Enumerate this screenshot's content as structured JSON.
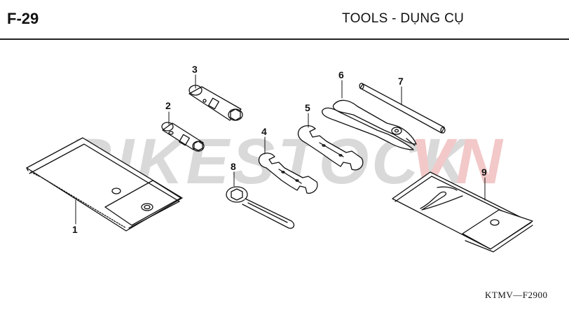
{
  "header": {
    "code": "F-29",
    "title": "TOOLS - DỤNG CỤ"
  },
  "watermark": {
    "text_main": "BIKESTOCK",
    "text_accent": "VN",
    "color_main": "#d9d9d9",
    "color_accent": "#f2c8c8"
  },
  "callouts": [
    "1",
    "2",
    "3",
    "4",
    "5",
    "6",
    "7",
    "8",
    "9"
  ],
  "parts": [
    {
      "number": "1",
      "icon": "tool-bag-icon"
    },
    {
      "number": "2",
      "icon": "socket-wrench-icon"
    },
    {
      "number": "3",
      "icon": "box-spanner-icon"
    },
    {
      "number": "4",
      "icon": "open-end-wrench-small-icon"
    },
    {
      "number": "5",
      "icon": "open-end-wrench-large-icon"
    },
    {
      "number": "6",
      "icon": "pliers-icon"
    },
    {
      "number": "7",
      "icon": "handle-bar-icon"
    },
    {
      "number": "8",
      "icon": "ring-spanner-icon"
    },
    {
      "number": "9",
      "icon": "manual-bag-icon"
    }
  ],
  "footer": {
    "reference": "KTMV—F2900"
  }
}
